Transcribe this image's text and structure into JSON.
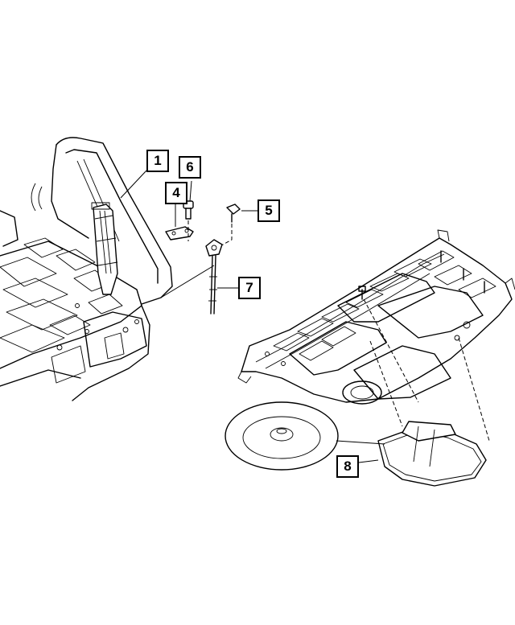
{
  "callouts": [
    {
      "id": "1",
      "label": "1"
    },
    {
      "id": "4",
      "label": "4"
    },
    {
      "id": "5",
      "label": "5"
    },
    {
      "id": "6",
      "label": "6"
    },
    {
      "id": "7",
      "label": "7"
    },
    {
      "id": "8",
      "label": "8"
    }
  ],
  "colors": {
    "line": "#000000",
    "background": "#ffffff"
  }
}
